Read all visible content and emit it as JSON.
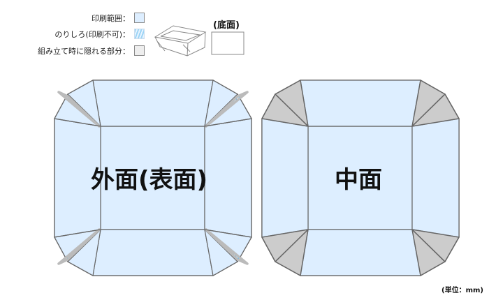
{
  "legend": {
    "print_area": "印刷範囲：",
    "glue_tab": "のりしろ(印刷不可)：",
    "hidden": "組み立て時に隠れる部分："
  },
  "bottom_label": "(底面)",
  "outer_label": "外面(表面)",
  "inner_label": "中面",
  "unit_label": "(単位：mm)",
  "colors": {
    "print": "#ddeeff",
    "hidden": "#cccccc",
    "stroke": "#666666",
    "hatch": "#33aaee"
  }
}
